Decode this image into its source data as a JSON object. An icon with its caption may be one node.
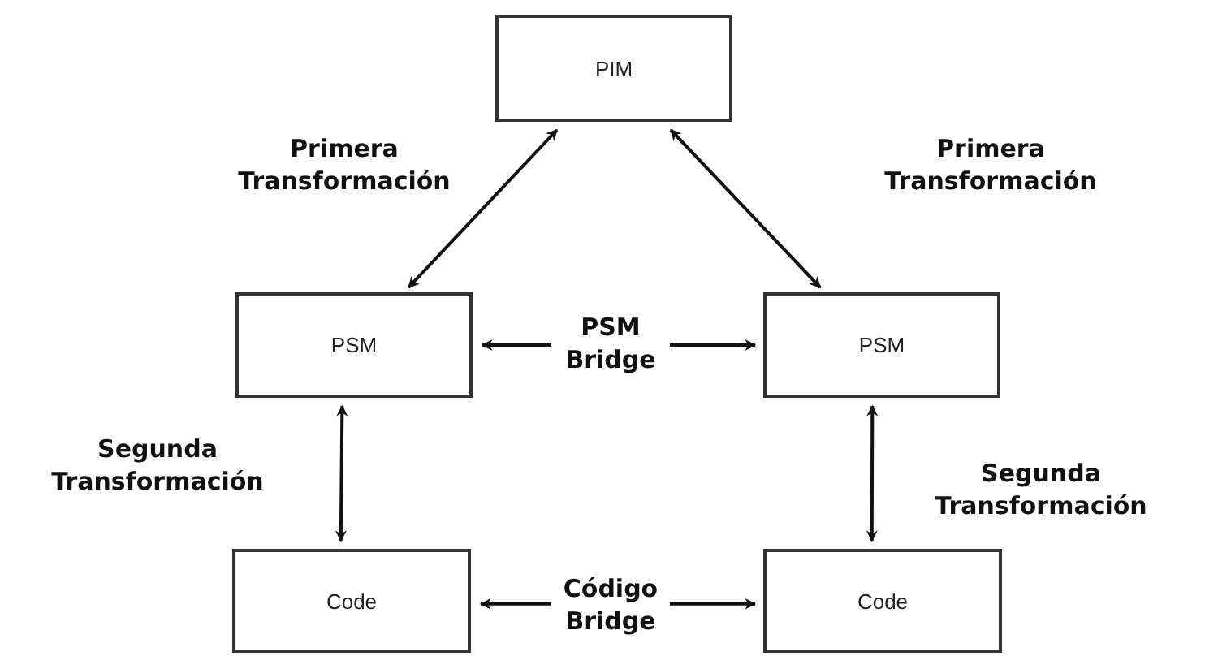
{
  "diagram": {
    "nodes": [
      {
        "text": [
          "PIM"
        ]
      },
      {
        "text": [
          "PSM"
        ]
      },
      {
        "text": [
          "PSM"
        ]
      },
      {
        "text": [
          "Code"
        ]
      },
      {
        "text": [
          "Code"
        ]
      }
    ],
    "edges": [
      {
        "from": 0,
        "to": 1,
        "arrow": "both",
        "label": "Primera Transformación"
      },
      {
        "from": 0,
        "to": 2,
        "arrow": "both",
        "label": "Primera Transformación"
      },
      {
        "from": 1,
        "to": 2,
        "arrow": "both",
        "label": "PSM Bridge"
      },
      {
        "from": 1,
        "to": 3,
        "arrow": "both",
        "label": "Segunda Transformación"
      },
      {
        "from": 2,
        "to": 4,
        "arrow": "both",
        "label": "Segunda Transformación"
      },
      {
        "from": 3,
        "to": 4,
        "arrow": "both",
        "label": "Código Bridge"
      }
    ]
  }
}
